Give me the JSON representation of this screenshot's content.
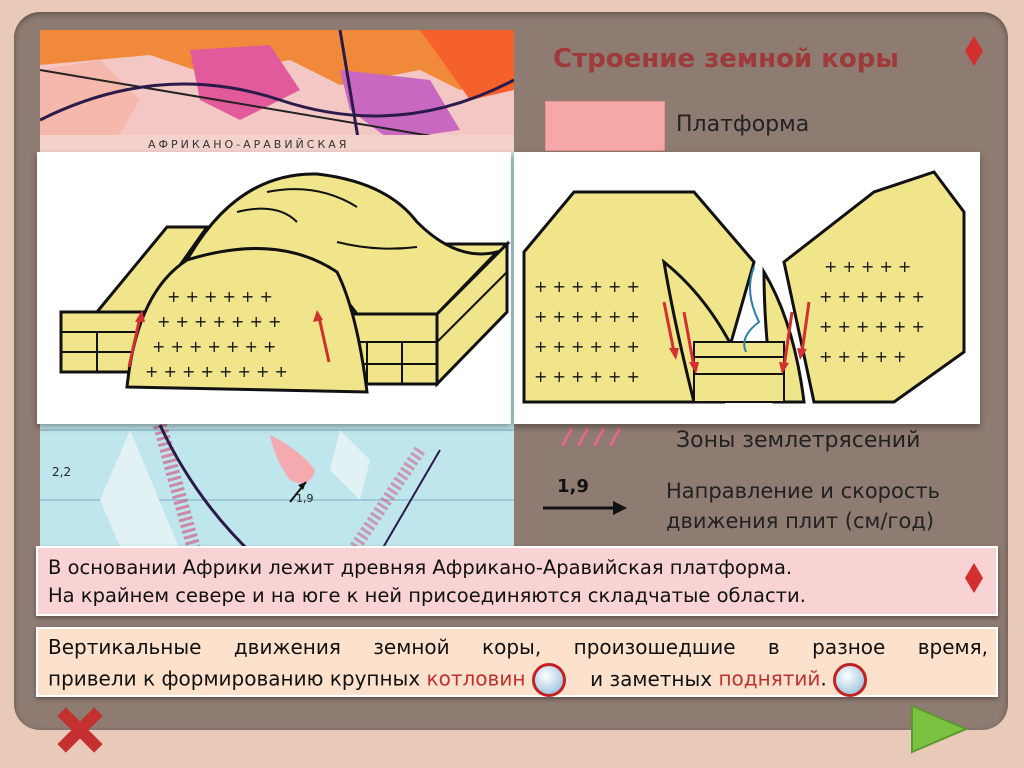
{
  "title": "Строение земной коры",
  "map": {
    "region_label": "АФРИКАНО-АРАВИЙСКАЯ",
    "speed_labels": [
      "2,2",
      "1,9"
    ]
  },
  "legend": {
    "platform": "Платформа",
    "earthquakes": "Зоны землетрясений",
    "plate_speed_value": "1,9",
    "plate_direction_line1": "Направление и скорость",
    "plate_direction_line2": "движения плит (см/год)"
  },
  "text_box_1": {
    "line1": "В основании Африки лежит древняя Африкано-Аравийская платформа.",
    "line2": "На крайнем севере и на юге к ней присоединяются складчатые области."
  },
  "text_box_2": {
    "line1": "Вертикальные движения земной коры, произошедшие в разное время,",
    "line2_start": "привели к формированию крупных",
    "link_basins": "котловин",
    "line2_middle": "и заметных",
    "link_uplifts": "поднятий",
    "line2_end": "."
  },
  "colors": {
    "accent": "#c0302f",
    "title": "#9e3b3a",
    "platform_swatch": "#f6a8a8",
    "next_green": "#7cc142",
    "close_red": "#c43030",
    "block_yellow": "#f0e58a"
  }
}
